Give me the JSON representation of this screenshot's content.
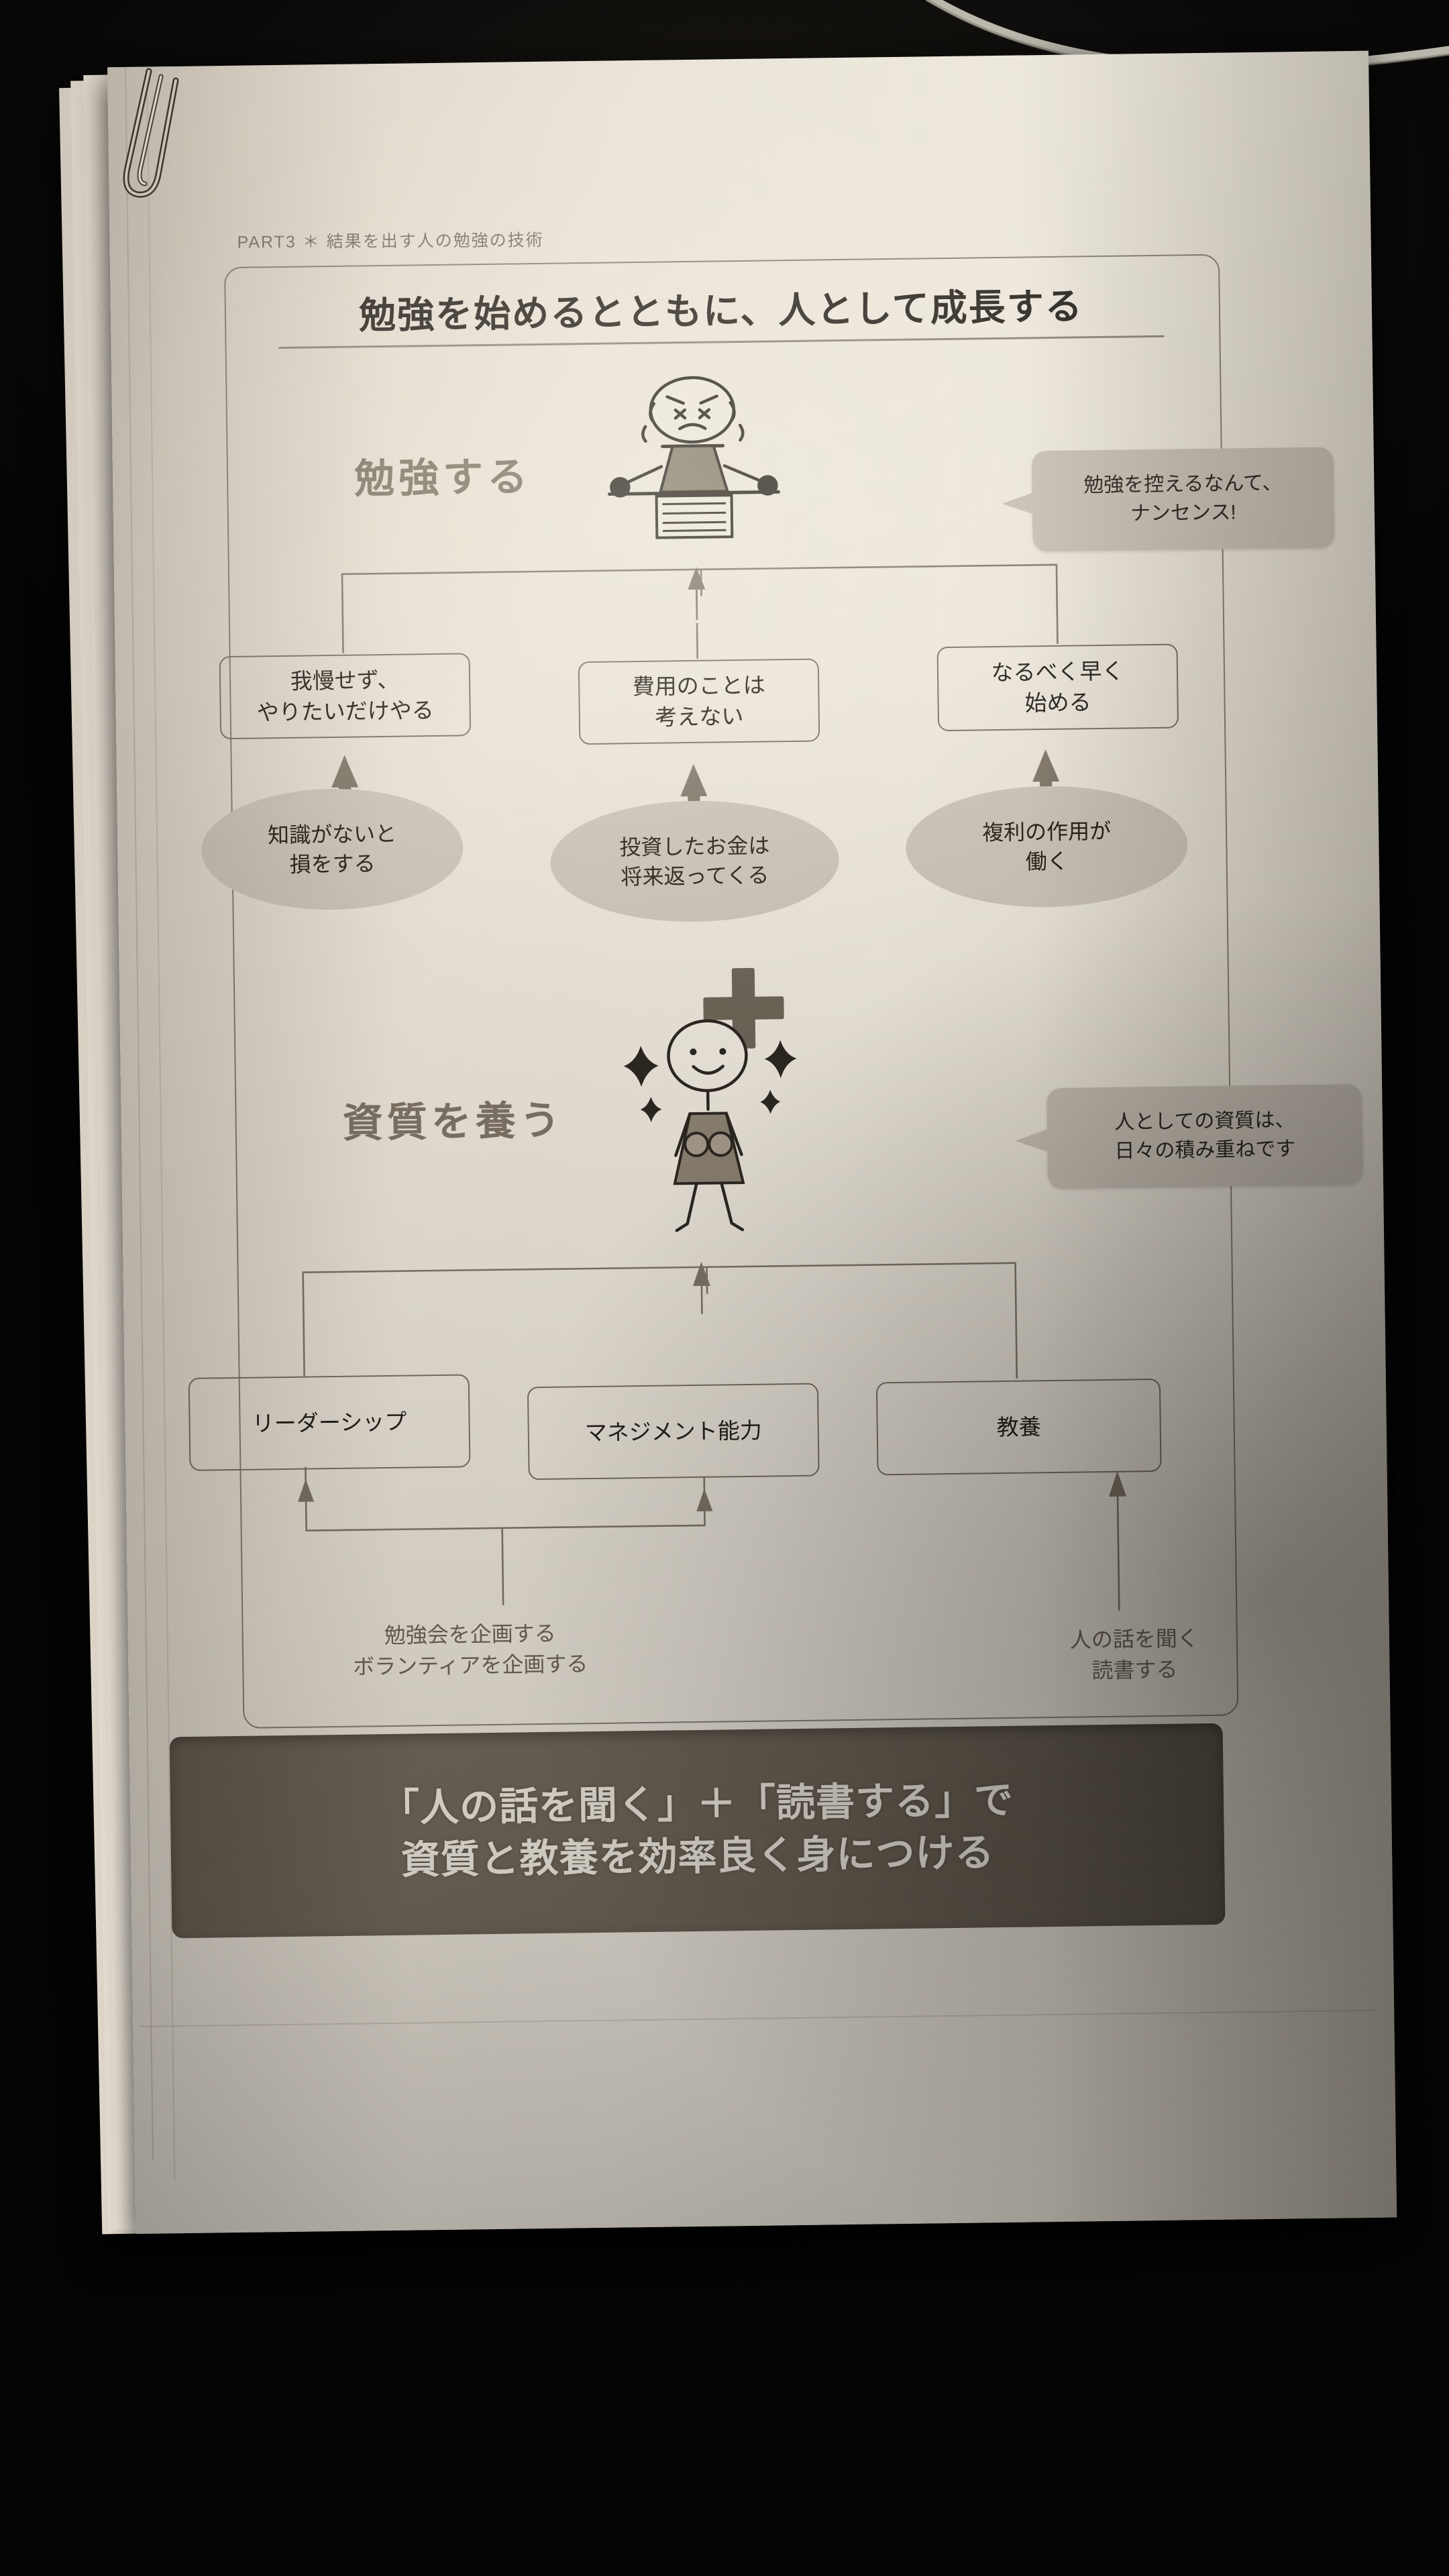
{
  "photo": {
    "scene": "printed-japanese-book-page-on-dark-desk",
    "paperclip": "top-left"
  },
  "page": {
    "running_head": "PART3 ＊ 結果を出す人の勉強の技術",
    "figure_title": "勉強を始めるとともに、人として成長する"
  },
  "sections": {
    "study": {
      "label": "勉強する",
      "bubble": [
        "勉強を控えるなんて、",
        "ナンセンス!"
      ],
      "nodes": [
        {
          "lines": [
            "我慢せず、",
            "やりたいだけやる"
          ]
        },
        {
          "lines": [
            "費用のことは",
            "考えない"
          ]
        },
        {
          "lines": [
            "なるべく早く",
            "始める"
          ]
        }
      ],
      "reasons": [
        {
          "lines": [
            "知識がないと",
            "損をする"
          ]
        },
        {
          "lines": [
            "投資したお金は",
            "将来返ってくる"
          ]
        },
        {
          "lines": [
            "複利の作用が",
            "働く"
          ]
        }
      ]
    },
    "connector": {
      "symbol": "＋"
    },
    "quality": {
      "label": "資質を養う",
      "bubble": [
        "人としての資質は、",
        "日々の積み重ねです"
      ],
      "nodes": [
        {
          "lines": [
            "リーダーシップ"
          ]
        },
        {
          "lines": [
            "マネジメント能力"
          ]
        },
        {
          "lines": [
            "教養"
          ]
        }
      ],
      "annotations": [
        {
          "lines": [
            "勉強会を企画する",
            "ボランティアを企画する"
          ]
        },
        {
          "lines": [
            "人の話を聞く",
            "読書する"
          ]
        }
      ]
    }
  },
  "banner": {
    "lines": [
      "「人の話を聞く」＋「読書する」で",
      "資質と教養を効率良く身につける"
    ]
  },
  "colors": {
    "paper": "#ece5d9",
    "ink": "#241f1a",
    "grey_fill": "#cdc5b9",
    "banner_bg": "#6d6457",
    "banner_text": "#f2ece1",
    "line": "#7b7264",
    "muted_text": "#6d6457",
    "desk": "#0b0a09"
  }
}
